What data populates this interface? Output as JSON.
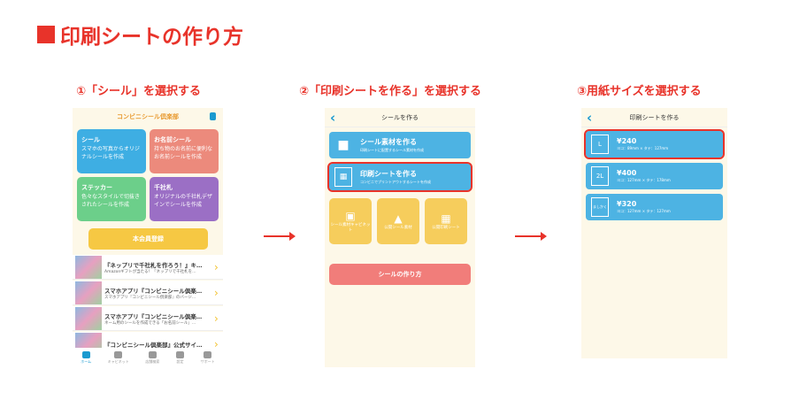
{
  "title": "印刷シートの作り方",
  "steps": [
    "①「シール」を選択する",
    "②「印刷シートを作る」を選択する",
    "③用紙サイズを選択する"
  ],
  "screen1": {
    "logo": "コンビニシール倶楽部",
    "tiles": [
      {
        "label": "シール",
        "desc": "スマホの写真からオリジナルシールを作成",
        "color": "#3eaee3"
      },
      {
        "label": "お名前シール",
        "desc": "持ち物のお名前に便利なお名前シールを作成",
        "color": "#ec8a7c"
      },
      {
        "label": "ステッカー",
        "desc": "色々なスタイルで切抜きされたシールを作成",
        "color": "#6ccf8a"
      },
      {
        "label": "千社札",
        "desc": "オリジナルの千社札デザインでシールを作成",
        "color": "#9b6fc5"
      }
    ],
    "member_button": "本会員登録",
    "news": [
      {
        "title": "『ネップリで千社札を作ろう！』キ…",
        "sub": "Amazonギフトが当たる！『ネップリで千社札を…"
      },
      {
        "title": "スマホアプリ『コンビニシール倶楽…",
        "sub": "スマホアプリ『コンビニシール倶楽部』のバージ…"
      },
      {
        "title": "スマホアプリ『コンビニシール倶楽…",
        "sub": "ネーム用のシールを作成できる「お名前シール」…"
      },
      {
        "title": "『コンビニシール倶楽部』公式サイ…",
        "sub": ""
      }
    ],
    "nav": [
      "ホーム",
      "キャビネット",
      "店舗検索",
      "設定",
      "サポート"
    ]
  },
  "screen2": {
    "header": "シールを作る",
    "make_material": {
      "label": "シール素材を作る",
      "desc": "印刷シートに配置するシール素材を作成"
    },
    "make_sheet": {
      "label": "印刷シートを作る",
      "desc": "コンビニでプリントアウトするシートを作成"
    },
    "small": [
      "シール素材キャビネット",
      "公開シール素材",
      "公開印刷シート"
    ],
    "howto": "シールの作り方"
  },
  "screen3": {
    "header": "印刷シートを作る",
    "sizes": [
      {
        "icon": "L",
        "price": "¥240",
        "dims": "ヨコ：89mm × タテ：127mm"
      },
      {
        "icon": "2L",
        "price": "¥400",
        "dims": "ヨコ：127mm × タテ：178mm"
      },
      {
        "icon": "ましかく",
        "price": "¥320",
        "dims": "ヨコ：127mm × タテ：127mm"
      }
    ]
  }
}
